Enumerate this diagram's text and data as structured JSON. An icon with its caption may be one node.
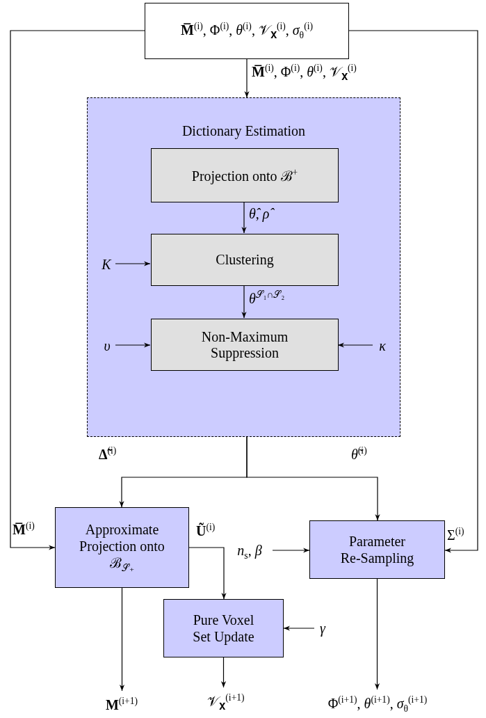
{
  "diagram": {
    "nodes": [
      {
        "text": [
          "**M̅**$^{(i)}$, Φ$^{(i)}$, *θ*$^{(i)}$, 𝒱$_{𝐗}$$^{(i)}$, *σ*$_{θ}$$^{(i)}$"
        ]
      },
      {
        "text": [
          "Dictionary Estimation"
        ]
      },
      {
        "text": [
          "Projection onto ℬ$^{+}$"
        ],
        "in": 1
      },
      {
        "text": [
          "Clustering"
        ],
        "in": 1
      },
      {
        "text": [
          "Non-Maximum Suppression"
        ],
        "in": 1
      },
      {
        "text": [
          "*K*"
        ],
        "in": 1
      },
      {
        "text": [
          "*υ*"
        ],
        "in": 1
      },
      {
        "text": [
          "*κ*"
        ],
        "in": 1
      },
      {
        "text": [
          "Approximate Projection onto ℬ$_{𝒮₊}$"
        ]
      },
      {
        "text": [
          "Parameter Re-Sampling"
        ]
      },
      {
        "text": [
          "Pure Voxel Set Update"
        ]
      },
      {
        "text": [
          "*n*$_{s}$, *β*"
        ]
      },
      {
        "text": [
          "*γ*"
        ]
      },
      {
        "text": [
          "**M**$^{(i+1)}$"
        ]
      },
      {
        "text": [
          "𝒱$_{𝐗}$$^{(i+1)}$"
        ]
      },
      {
        "text": [
          "Φ$^{(i+1)}$, *θ*$^{(i+1)}$, *σ*$_{θ}$$^{(i+1)}$"
        ]
      }
    ],
    "edges": [
      {
        "from": 0,
        "to": 1,
        "arrow": "to",
        "label": "**M̅**$^{(i)}$, Φ$^{(i)}$, *θ*$^{(i)}$, 𝒱$_{𝐗}$$^{(i)}$"
      },
      {
        "from": 2,
        "to": 3,
        "arrow": "to",
        "label": "*θ̂*, *ρ̂*"
      },
      {
        "from": 5,
        "to": 3,
        "arrow": "to"
      },
      {
        "from": 3,
        "to": 4,
        "arrow": "to",
        "label": "*θ*$^{𝒮₁∩𝒮₂}$"
      },
      {
        "from": 6,
        "to": 4,
        "arrow": "to"
      },
      {
        "from": 7,
        "to": 4,
        "arrow": "to"
      },
      {
        "from": 1,
        "to": 8,
        "arrow": "to",
        "label": "**Δ̃**$^{(i)}$"
      },
      {
        "from": 1,
        "to": 9,
        "arrow": "to",
        "label": "*θ̃*$^{(i)}$"
      },
      {
        "from": 0,
        "to": 8,
        "arrow": "to",
        "label": "**M̅**$^{(i)}$"
      },
      {
        "from": 0,
        "to": 9,
        "arrow": "to",
        "label": "Σ$^{(i)}$"
      },
      {
        "from": 8,
        "to": 10,
        "arrow": "to",
        "label": "**Ũ**$^{(i)}$"
      },
      {
        "from": 11,
        "to": 9,
        "arrow": "to"
      },
      {
        "from": 12,
        "to": 10,
        "arrow": "to"
      },
      {
        "from": 8,
        "to": 13,
        "arrow": "to"
      },
      {
        "from": 10,
        "to": 14,
        "arrow": "to"
      },
      {
        "from": 9,
        "to": 15,
        "arrow": "to"
      }
    ]
  }
}
